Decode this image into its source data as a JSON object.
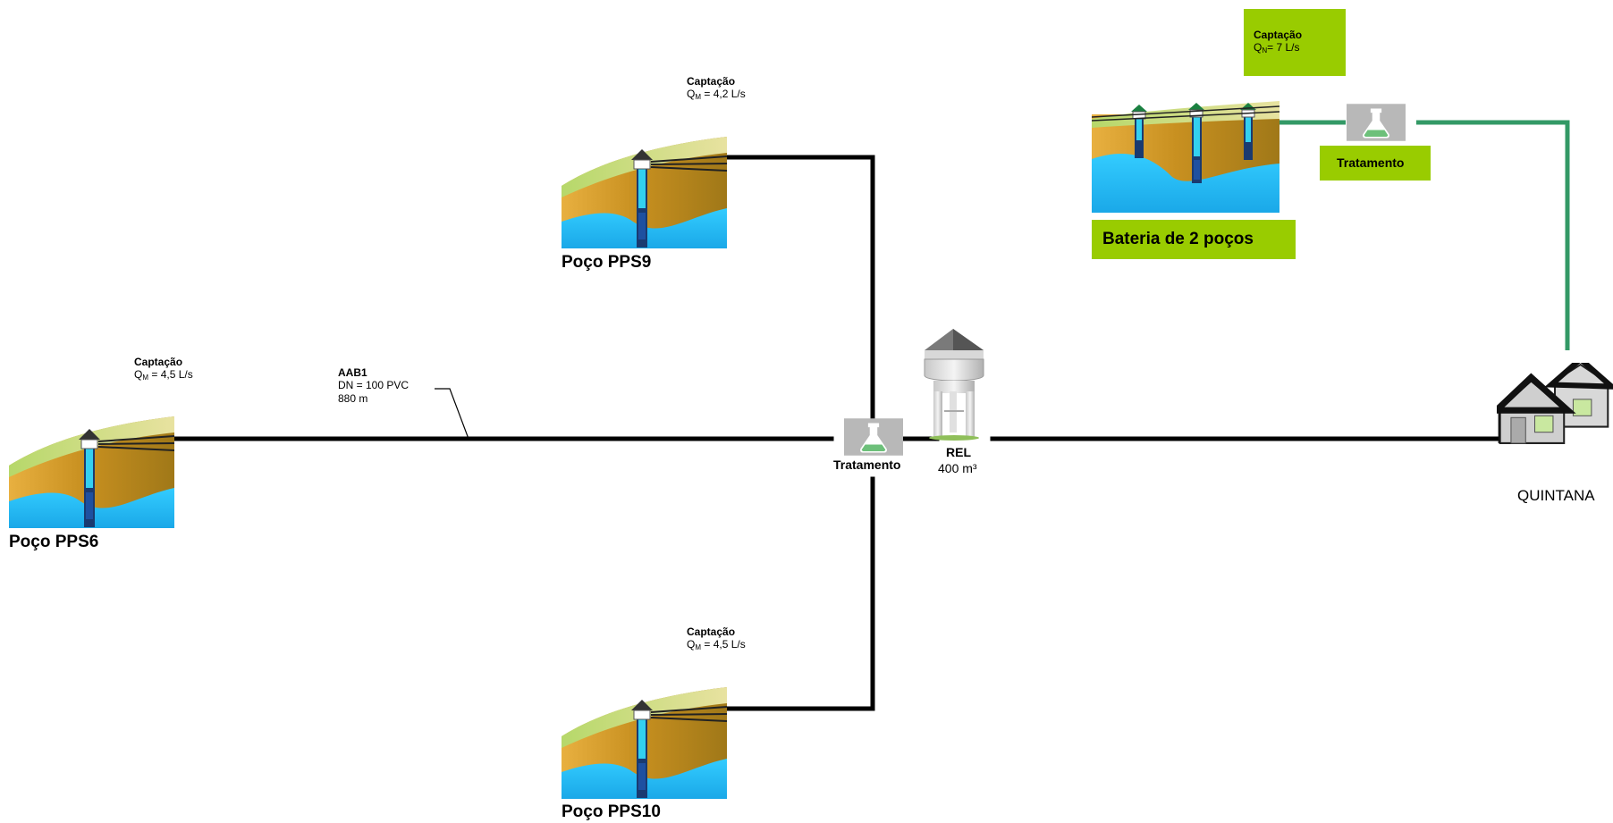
{
  "wells": {
    "pps9": {
      "name": "Poço PPS9",
      "cap_title": "Captação",
      "q_prefix": "Q",
      "q_sub": "M",
      "q_value": " = 4,2 L/s"
    },
    "pps6": {
      "name": "Poço PPS6",
      "cap_title": "Captação",
      "q_prefix": "Q",
      "q_sub": "M",
      "q_value": " = 4,5 L/s"
    },
    "pps10": {
      "name": "Poço PPS10",
      "cap_title": "Captação",
      "q_prefix": "Q",
      "q_sub": "M",
      "q_value": " = 4,5 L/s"
    },
    "battery": {
      "name": "Bateria de 2 poços",
      "cap_title": "Captação",
      "q_prefix": "Q",
      "q_sub": "N",
      "q_value": "= 7 L/s"
    }
  },
  "pipe": {
    "name": "AAB1",
    "diameter": "DN = 100 PVC",
    "length": "880 m"
  },
  "treatment_main": {
    "label": "Tratamento"
  },
  "treatment_green": {
    "label": "Tratamento"
  },
  "reservoir": {
    "name": "REL",
    "volume": "400 m³"
  },
  "destination": {
    "name": "QUINTANA"
  },
  "colors": {
    "pipe_black": "#000000",
    "pipe_green": "#339966",
    "accent_green": "#99cc00",
    "water": "#33ccff",
    "soil": "#c8a000"
  }
}
